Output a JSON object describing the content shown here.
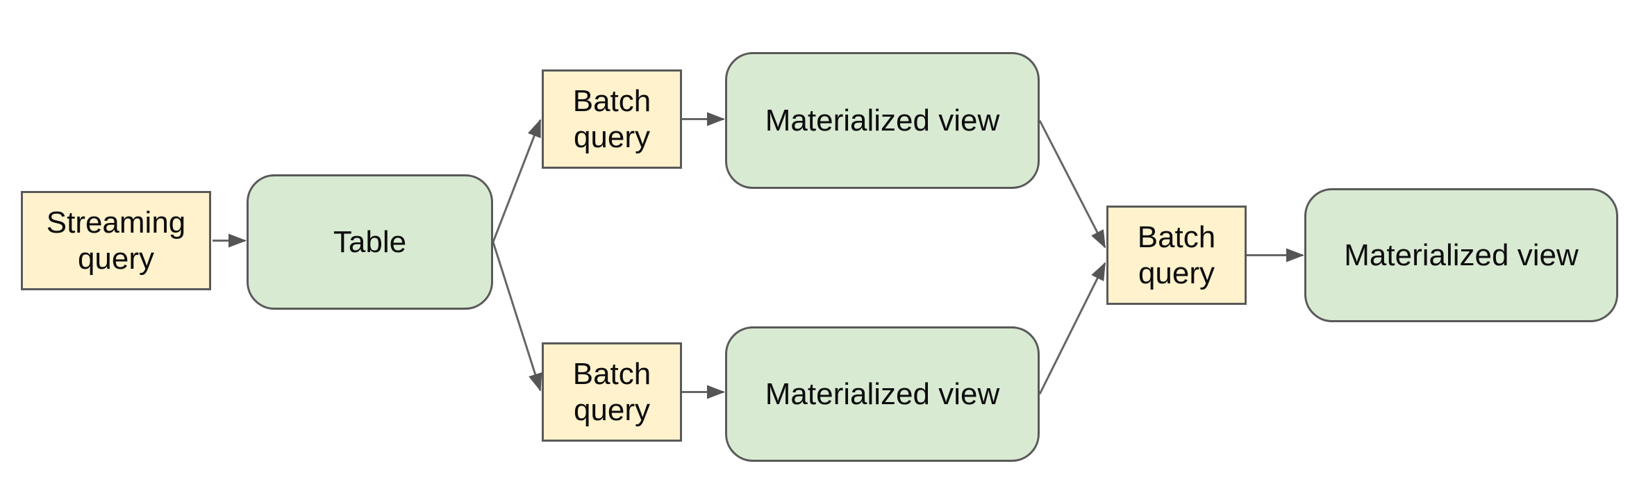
{
  "diagram": {
    "title": "streaming-to-materialized-view-pipeline",
    "background": "#ffffff",
    "colors": {
      "query_fill": "#fff2cc",
      "store_fill": "#d9ead3",
      "border": "#595959",
      "connector": "#666666",
      "arrowhead": "#555555",
      "text": "#0d0d0d"
    },
    "nodes": [
      {
        "id": "streaming-query",
        "label": "Streaming query",
        "shape": "rectangle",
        "fill": "#fff2cc"
      },
      {
        "id": "table",
        "label": "Table",
        "shape": "rounded-rectangle",
        "fill": "#d9ead3"
      },
      {
        "id": "batch-query-top",
        "label": "Batch query",
        "shape": "rectangle",
        "fill": "#fff2cc"
      },
      {
        "id": "materialized-view-top",
        "label": "Materialized view",
        "shape": "rounded-rectangle",
        "fill": "#d9ead3"
      },
      {
        "id": "batch-query-bottom",
        "label": "Batch query",
        "shape": "rectangle",
        "fill": "#fff2cc"
      },
      {
        "id": "materialized-view-bottom",
        "label": "Materialized view",
        "shape": "rounded-rectangle",
        "fill": "#d9ead3"
      },
      {
        "id": "batch-query-right",
        "label": "Batch query",
        "shape": "rectangle",
        "fill": "#fff2cc"
      },
      {
        "id": "materialized-view-right",
        "label": "Materialized view",
        "shape": "rounded-rectangle",
        "fill": "#d9ead3"
      }
    ],
    "edges": [
      {
        "from": "streaming-query",
        "to": "table"
      },
      {
        "from": "table",
        "to": "batch-query-top"
      },
      {
        "from": "table",
        "to": "batch-query-bottom"
      },
      {
        "from": "batch-query-top",
        "to": "materialized-view-top"
      },
      {
        "from": "batch-query-bottom",
        "to": "materialized-view-bottom"
      },
      {
        "from": "materialized-view-top",
        "to": "batch-query-right"
      },
      {
        "from": "materialized-view-bottom",
        "to": "batch-query-right"
      },
      {
        "from": "batch-query-right",
        "to": "materialized-view-right"
      }
    ]
  }
}
